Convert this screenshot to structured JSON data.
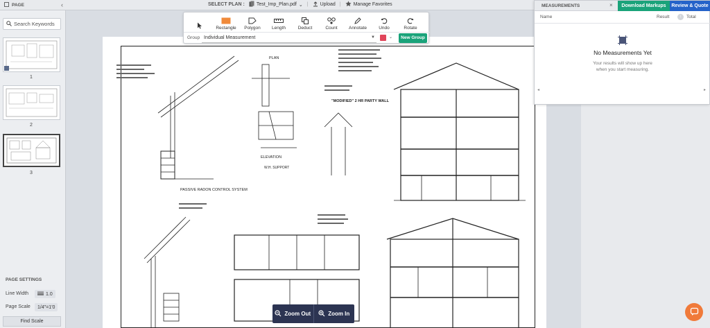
{
  "topbar": {
    "page_label": "PAGE",
    "select_plan_label": "SELECT PLAN :",
    "file_name": "Test_Imp_Plan.pdf",
    "upload_label": "Upload",
    "favorites_label": "Manage Favorites"
  },
  "left_panel": {
    "search_placeholder": "Search Keywords",
    "thumbnails": [
      {
        "number": "1"
      },
      {
        "number": "2"
      },
      {
        "number": "3"
      }
    ],
    "settings_title": "PAGE SETTINGS",
    "line_width_label": "Line Width",
    "line_width_value": "1.0",
    "page_scale_label": "Page Scale",
    "page_scale_value": "1/4\"=1'0",
    "find_scale_label": "Find Scale"
  },
  "toolbar": {
    "tools": [
      {
        "label": "",
        "icon": "cursor-icon"
      },
      {
        "label": "Rectangle",
        "icon": "rectangle-icon"
      },
      {
        "label": "Polygon",
        "icon": "polygon-icon"
      },
      {
        "label": "Length",
        "icon": "ruler-icon"
      },
      {
        "label": "Deduct",
        "icon": "deduct-icon"
      },
      {
        "label": "Count",
        "icon": "count-icon"
      },
      {
        "label": "Annotate",
        "icon": "pen-icon"
      },
      {
        "label": "Undo",
        "icon": "undo-icon"
      },
      {
        "label": "Rotate",
        "icon": "rotate-icon"
      }
    ],
    "group_label": "Group",
    "group_value": "Individual Measurement",
    "group_color": "#e0455a",
    "new_group_label": "New Group"
  },
  "drawing_text": {
    "elevation": "ELEVATION",
    "support": "W.H. SUPPORT",
    "plan": "PLAN",
    "radon": "PASSIVE RADON CONTROL SYSTEM",
    "party_wall": "\"MODIFIED\" 2 HR PARTY WALL"
  },
  "zoom": {
    "zoom_out_label": "Zoom Out",
    "zoom_in_label": "Zoom In"
  },
  "measurements": {
    "title": "MEASUREMENTS",
    "download_label": "Download Markups",
    "review_label": "Review & Quote",
    "col_name": "Name",
    "col_result": "Result",
    "col_total": "Total",
    "empty_title": "No Measurements Yet",
    "empty_line1": "Your results will show up here",
    "empty_line2": "when you start measuring."
  },
  "colors": {
    "accent_green": "#1aa37a",
    "accent_blue": "#2563c9",
    "zoom_bar": "#2c3452",
    "chat": "#f07a3a"
  }
}
